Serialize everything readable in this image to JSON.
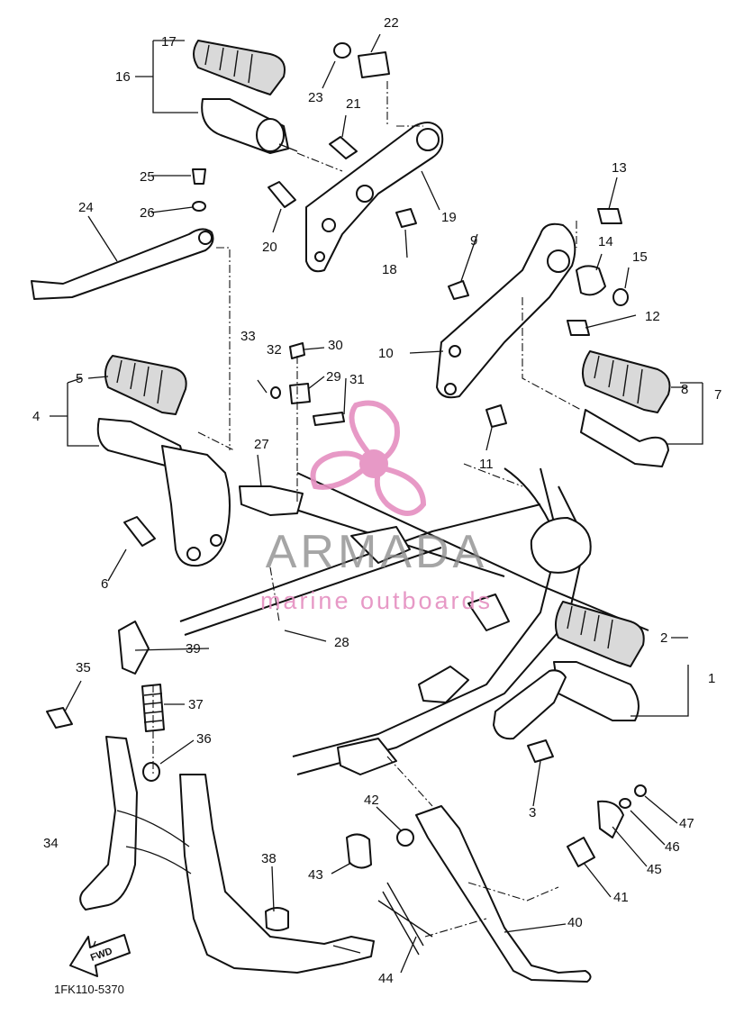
{
  "diagram": {
    "part_code": "1FK110-5370",
    "fwd_label": "FWD",
    "callouts": [
      "1",
      "2",
      "3",
      "4",
      "5",
      "6",
      "7",
      "8",
      "9",
      "10",
      "11",
      "12",
      "13",
      "14",
      "15",
      "16",
      "17",
      "18",
      "19",
      "20",
      "21",
      "22",
      "23",
      "24",
      "25",
      "26",
      "27",
      "28",
      "29",
      "30",
      "31",
      "32",
      "33",
      "34",
      "35",
      "36",
      "37",
      "38",
      "39",
      "40",
      "41",
      "42",
      "43",
      "44",
      "45",
      "46",
      "47"
    ]
  },
  "watermark": {
    "brand": "ARMADA",
    "tagline": "marine outboards",
    "color": "#e58fc0",
    "text_color": "#8a8a8a"
  }
}
